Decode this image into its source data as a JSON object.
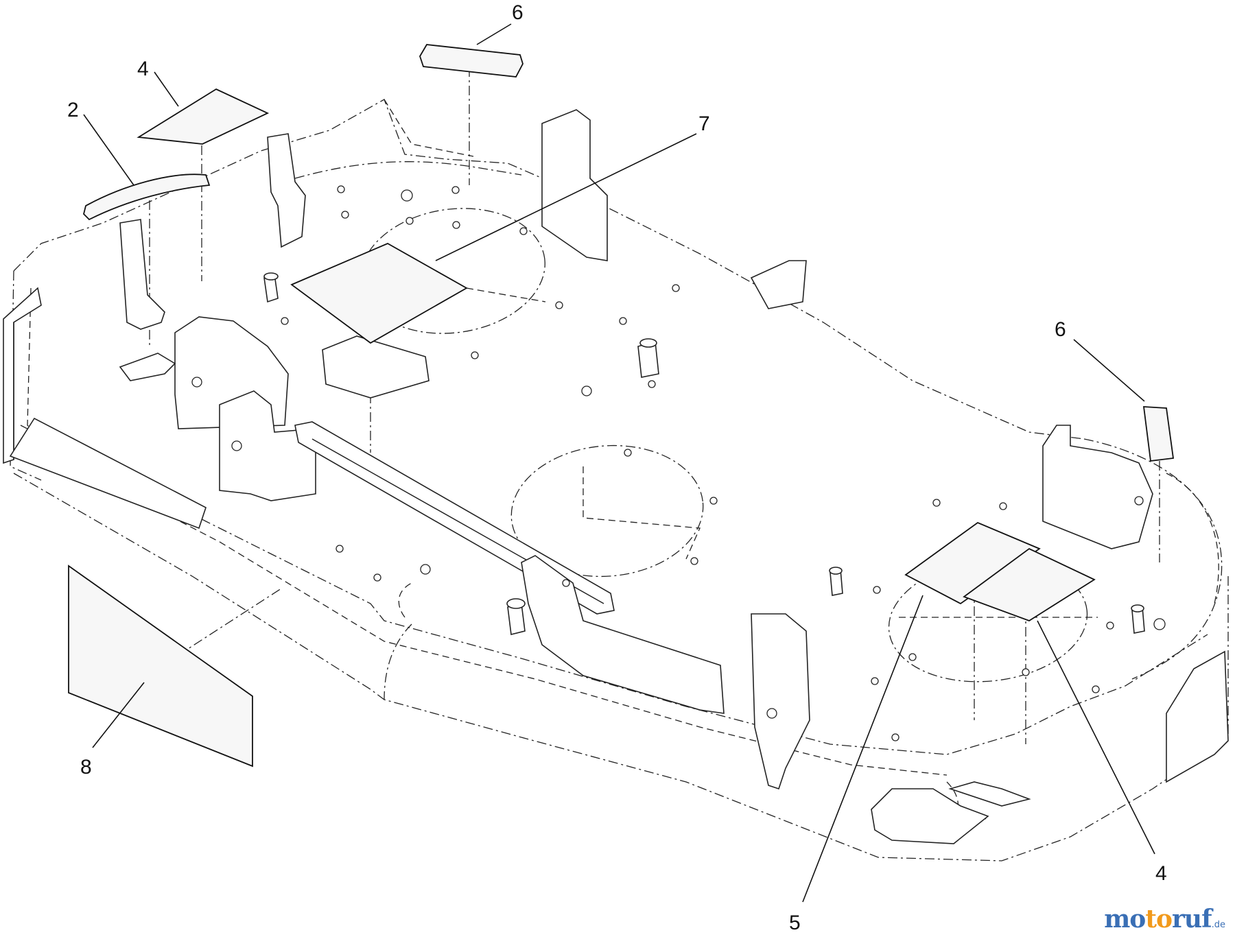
{
  "callouts": {
    "c2": "2",
    "c4_top": "4",
    "c6_top": "6",
    "c7": "7",
    "c6_right": "6",
    "c8": "8",
    "c5": "5",
    "c4_bottom": "4"
  },
  "watermark": {
    "part1": "mo",
    "part2": "to",
    "part3": "ruf",
    "tld": ".de"
  },
  "colors": {
    "line": "#222222",
    "watermark_blue": "#3a6fb5",
    "watermark_orange": "#f29a1c"
  }
}
